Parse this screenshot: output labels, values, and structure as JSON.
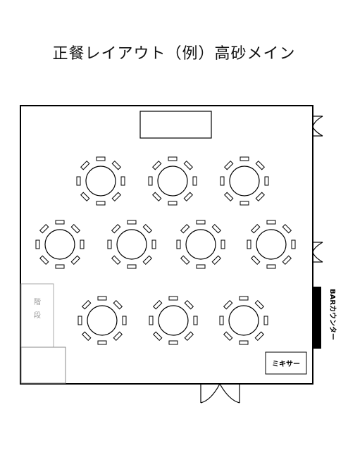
{
  "title": "正餐レイアウト（例）高砂メイン",
  "labels": {
    "stairs": "階段",
    "mixer": "ミキサー",
    "bar_counter": "BARカウンター"
  }
}
